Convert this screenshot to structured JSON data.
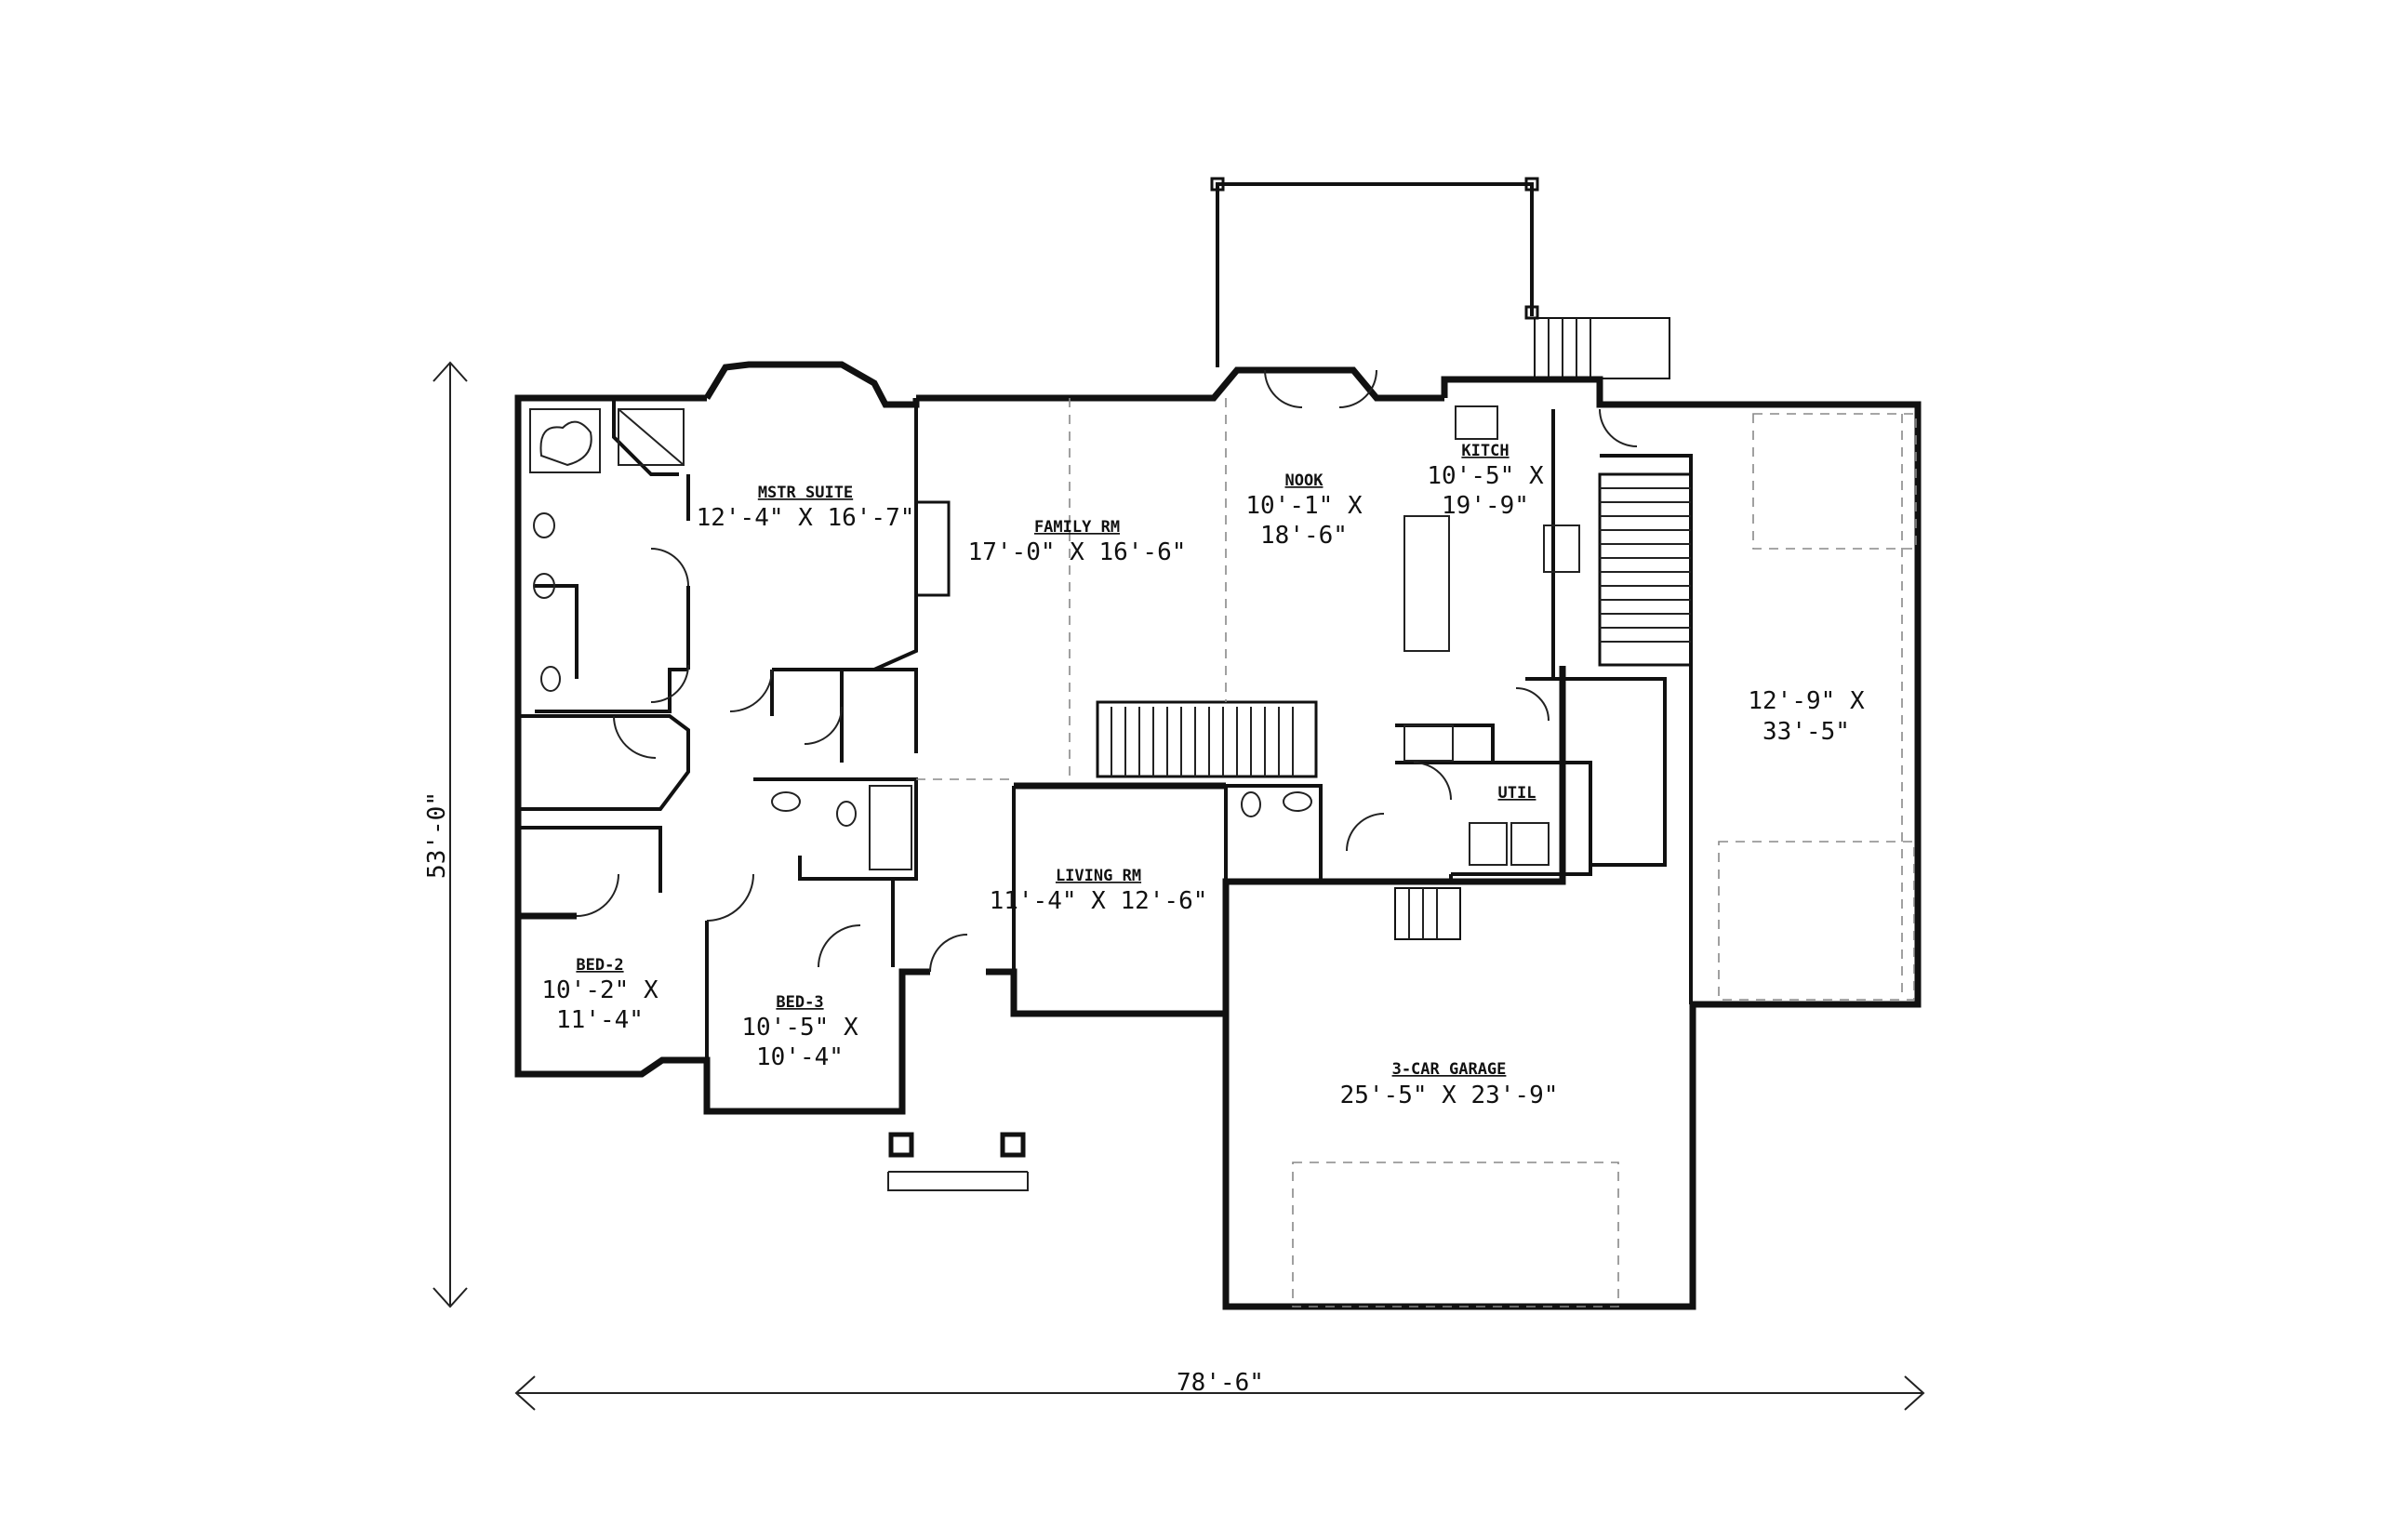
{
  "overall": {
    "width": "78'-6\"",
    "depth": "53'-0\""
  },
  "rooms": {
    "mstr_suite": {
      "name": "MSTR SUITE",
      "dims": "12'-4\" X 16'-7\""
    },
    "family_rm": {
      "name": "FAMILY RM",
      "dims": "17'-0\" X 16'-6\""
    },
    "nook": {
      "name": "NOOK",
      "dim1": "10'-1\" X",
      "dim2": "18'-6\""
    },
    "kitch": {
      "name": "KITCH",
      "dim1": "10'-5\" X",
      "dim2": "19'-9\""
    },
    "bonus": {
      "dim1": "12'-9\" X",
      "dim2": "33'-5\""
    },
    "util": {
      "name": "UTIL"
    },
    "living_rm": {
      "name": "LIVING RM",
      "dims": "11'-4\" X 12'-6\""
    },
    "bed2": {
      "name": "BED-2",
      "dim1": "10'-2\" X",
      "dim2": "11'-4\""
    },
    "bed3": {
      "name": "BED-3",
      "dim1": "10'-5\" X",
      "dim2": "10'-4\""
    },
    "garage": {
      "name": "3-CAR GARAGE",
      "dims": "25'-5\" X 23'-9\""
    }
  }
}
